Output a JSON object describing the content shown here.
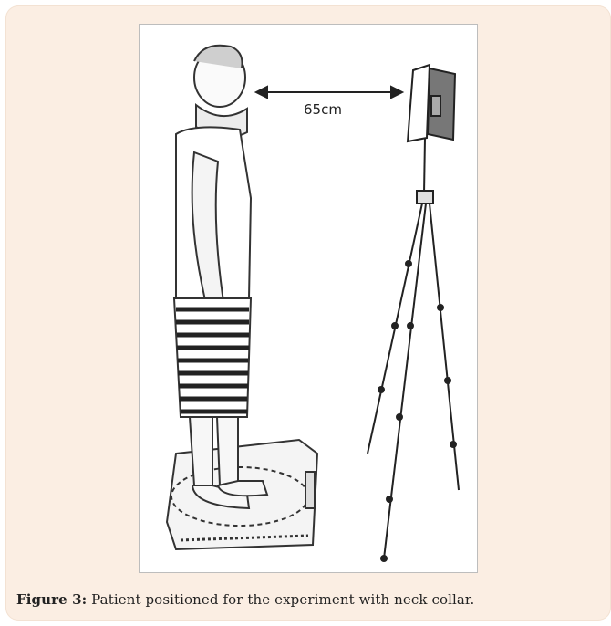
{
  "figure": {
    "measurement_label": "65cm"
  },
  "caption": {
    "label": "Figure 3:",
    "text": " Patient positioned for the experiment with neck collar."
  }
}
